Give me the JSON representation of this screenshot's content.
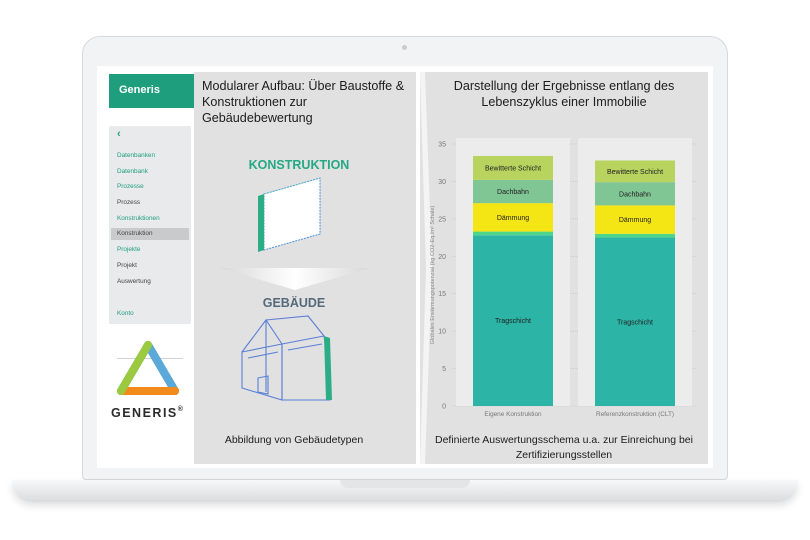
{
  "app": {
    "brand": "Generis",
    "back_symbol": "‹",
    "sidebar_items": [
      {
        "label": "Datenbanken",
        "style": "green"
      },
      {
        "label": "Datenbank",
        "style": "green"
      },
      {
        "label": "Prozesse",
        "style": "green"
      },
      {
        "label": "Prozess",
        "style": "dark"
      },
      {
        "label": "Konstruktionen",
        "style": "green"
      },
      {
        "label": "Konstruktion",
        "style": "dark",
        "active": true
      },
      {
        "label": "Projekte",
        "style": "green"
      },
      {
        "label": "Projekt",
        "style": "dark"
      },
      {
        "label": "Auswertung",
        "style": "dark"
      },
      {
        "label": "Konto",
        "style": "green"
      }
    ],
    "logo_text": "GENERIS",
    "logo_mark": "®"
  },
  "middle": {
    "title": "Modularer Aufbau: Über Baustoffe & Konstruktionen zur Gebäudebewertung",
    "konstruktion_label": "KONSTRUKTION",
    "gebaeude_label": "GEBÄUDE",
    "footer": "Abbildung von Gebäudetypen"
  },
  "right": {
    "title": "Darstellung der Ergebnisse entlang des Lebenszyklus einer Immobilie",
    "footer": "Definierte Auswertungsschema u.a. zur Einreichung bei Zertifizierungsstellen"
  },
  "colors": {
    "brand_green": "#1f9e7e",
    "tragschicht": "#2cb4a6",
    "thin_layer": "#4dd68a",
    "daemmung": "#f3e614",
    "dachbahn": "#80c594",
    "bewitterte": "#b8d45f"
  },
  "chart_data": {
    "type": "bar",
    "stacked": true,
    "categories": [
      "Eigene Konstruktion",
      "Referenzkonstruktion (CLT)"
    ],
    "ylabel": "Globales Erwärmungspotenzial (kg CO2-Eq./m² Schale)",
    "ylim": [
      0,
      35
    ],
    "yticks": [
      0,
      5,
      10,
      15,
      20,
      25,
      30,
      35
    ],
    "series": [
      {
        "name": "Tragschicht",
        "values": [
          22.8,
          22.5
        ],
        "color": "#2cb4a6"
      },
      {
        "name": "",
        "values": [
          0.5,
          0.5
        ],
        "color": "#4dd68a"
      },
      {
        "name": "Dämmung",
        "values": [
          3.8,
          3.8
        ],
        "color": "#f3e614"
      },
      {
        "name": "Dachbahn",
        "values": [
          3.1,
          3.1
        ],
        "color": "#80c594"
      },
      {
        "name": "Bewitterte Schicht",
        "values": [
          3.2,
          2.9
        ],
        "color": "#b8d45f"
      }
    ]
  }
}
